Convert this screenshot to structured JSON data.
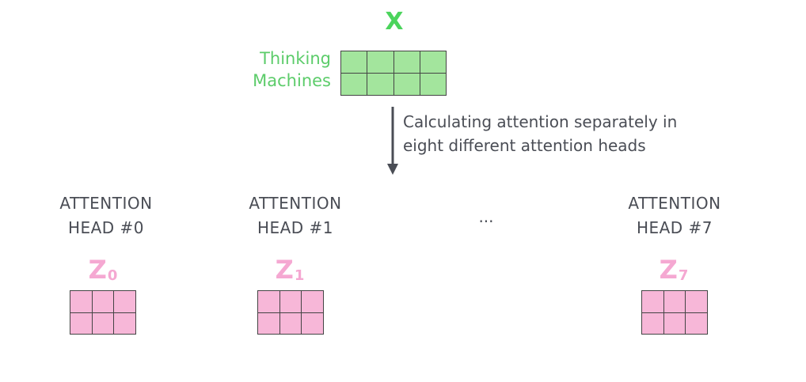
{
  "input": {
    "label": "X",
    "words": [
      "Thinking",
      "Machines"
    ],
    "rows": 2,
    "cols": 4
  },
  "caption": {
    "line1": "Calculating attention separately in",
    "line2": "eight different attention heads"
  },
  "heads": [
    {
      "line1": "ATTENTION",
      "line2": "HEAD #0",
      "z_letter": "Z",
      "z_sub": "0"
    },
    {
      "line1": "ATTENTION",
      "line2": "HEAD #1",
      "z_letter": "Z",
      "z_sub": "1"
    },
    {
      "line1": "ATTENTION",
      "line2": "HEAD #7",
      "z_letter": "Z",
      "z_sub": "7"
    }
  ],
  "ellipsis": "...",
  "output_matrix": {
    "rows": 2,
    "cols": 3
  },
  "colors": {
    "input_label": "#4bd45c",
    "input_words": "#5ccc6a",
    "input_cells": "#a3e59d",
    "output_label": "#f5a8d2",
    "output_cells": "#f7b7d8",
    "text": "#4a4d55"
  }
}
